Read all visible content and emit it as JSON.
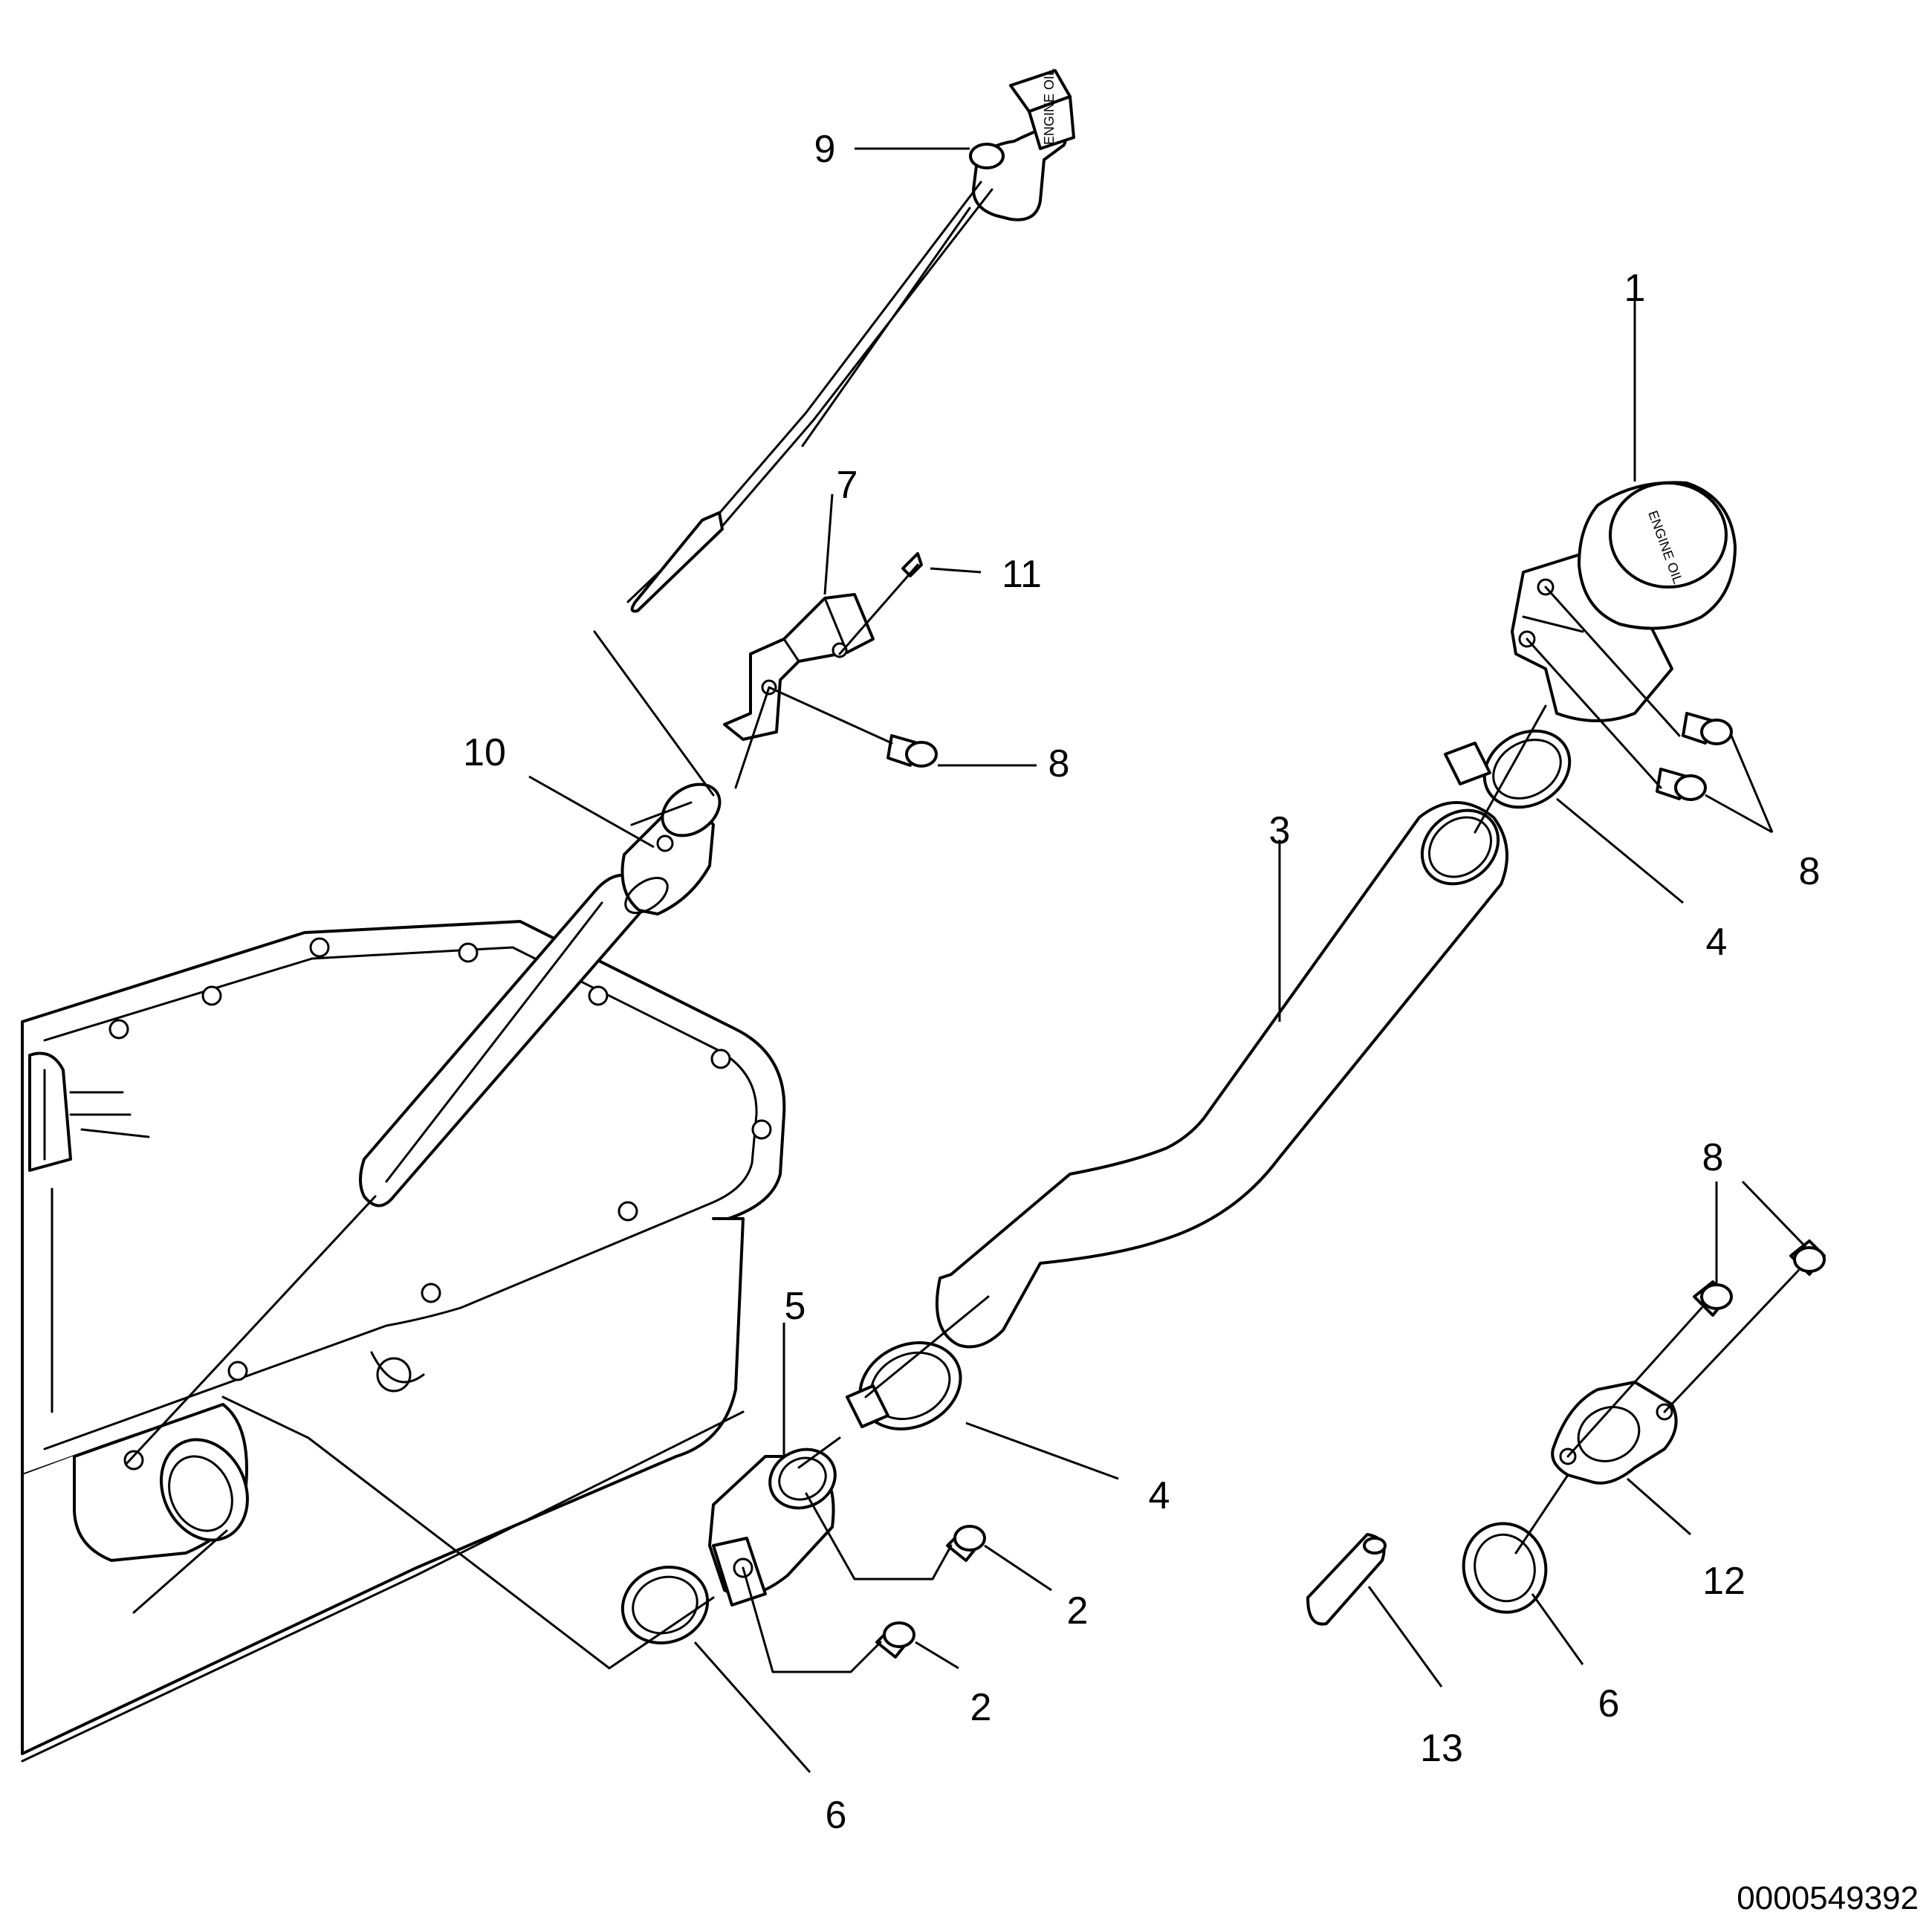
{
  "figure_number": "0000549392",
  "callouts": [
    {
      "id": "c1",
      "label": "1"
    },
    {
      "id": "c2a",
      "label": "2"
    },
    {
      "id": "c2b",
      "label": "2"
    },
    {
      "id": "c3",
      "label": "3"
    },
    {
      "id": "c4a",
      "label": "4"
    },
    {
      "id": "c4b",
      "label": "4"
    },
    {
      "id": "c5",
      "label": "5"
    },
    {
      "id": "c6a",
      "label": "6"
    },
    {
      "id": "c6b",
      "label": "6"
    },
    {
      "id": "c7",
      "label": "7"
    },
    {
      "id": "c8a",
      "label": "8"
    },
    {
      "id": "c8b",
      "label": "8"
    },
    {
      "id": "c8c",
      "label": "8"
    },
    {
      "id": "c9",
      "label": "9"
    },
    {
      "id": "c10",
      "label": "10"
    },
    {
      "id": "c11",
      "label": "11"
    },
    {
      "id": "c12",
      "label": "12"
    },
    {
      "id": "c13",
      "label": "13"
    }
  ],
  "part_markings": {
    "filler_cap": "ENGINE OIL",
    "dipstick_handle": "ENGINE OIL"
  }
}
